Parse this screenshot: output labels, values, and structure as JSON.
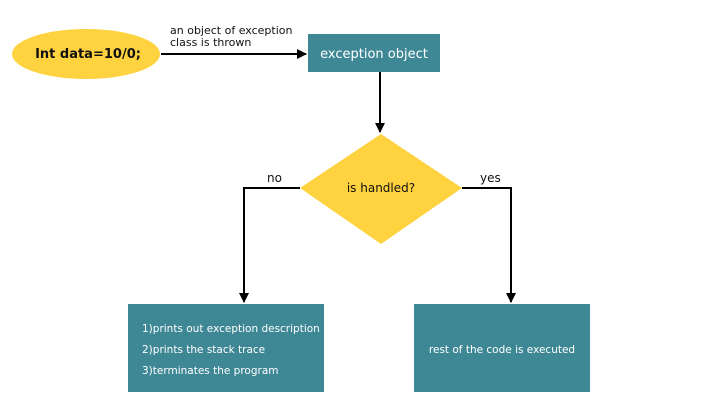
{
  "colors": {
    "yellow": "#FFD23F",
    "teal": "#3E8795",
    "line": "#000000",
    "text_dark": "#111111",
    "text_light": "#ffffff"
  },
  "start": {
    "label": "Int data=10/0;"
  },
  "throw_note": {
    "line1": "an object of exception",
    "line2": "class is thrown"
  },
  "exception_box": {
    "label": "exception object"
  },
  "decision": {
    "label": "is handled?",
    "no_label": "no",
    "yes_label": "yes"
  },
  "unhandled_box": {
    "items": [
      "1)prints out exception description",
      "2)prints the stack trace",
      "3)terminates the program"
    ]
  },
  "handled_box": {
    "label": "rest of the code is executed"
  }
}
